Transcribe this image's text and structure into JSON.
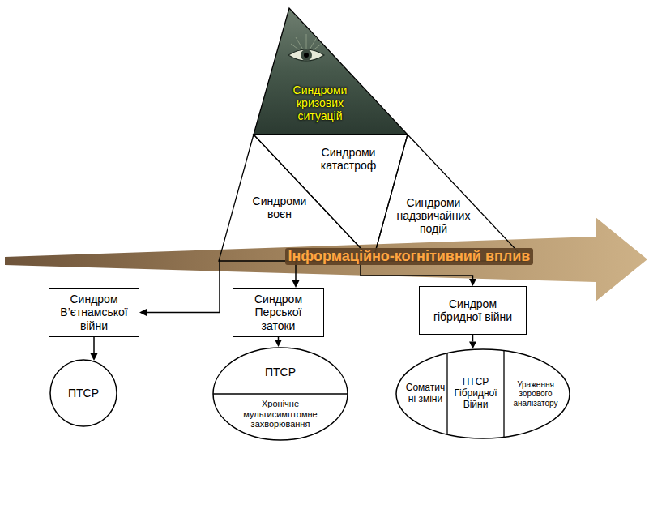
{
  "diagram": {
    "nodes": [
      {
        "text": [
          "Синдроми кризових ситуацій"
        ]
      },
      {
        "text": [
          "Синдроми катастроф"
        ]
      },
      {
        "text": [
          "Синдроми воєн"
        ]
      },
      {
        "text": [
          "Синдроми надзвичайних подій"
        ]
      },
      {
        "text": [
          "Синдром В’єтнамської війни"
        ]
      },
      {
        "text": [
          "Синдром Перської затоки"
        ]
      },
      {
        "text": [
          "Синдром гібридної війни"
        ]
      },
      {
        "text": [
          "ПТСР"
        ]
      },
      {
        "text": [
          "ПТСР",
          "Хронічне мультисимптомне захворювання"
        ]
      },
      {
        "text": [
          "Соматичні зміни",
          "ПТСР Гібридної Війни",
          "Ураження зорового аналізатору"
        ]
      }
    ],
    "edges": [
      {
        "from": 2,
        "to": 4,
        "arrow": "to"
      },
      {
        "from": 2,
        "to": 5,
        "arrow": "to"
      },
      {
        "from": 2,
        "to": 6,
        "arrow": "to"
      },
      {
        "from": 4,
        "to": 7,
        "arrow": "to"
      },
      {
        "from": 5,
        "to": 8,
        "arrow": "to"
      },
      {
        "from": 6,
        "to": 9,
        "arrow": "to"
      }
    ],
    "labels": [
      "Інформаційно-когнітивний вплив"
    ]
  }
}
